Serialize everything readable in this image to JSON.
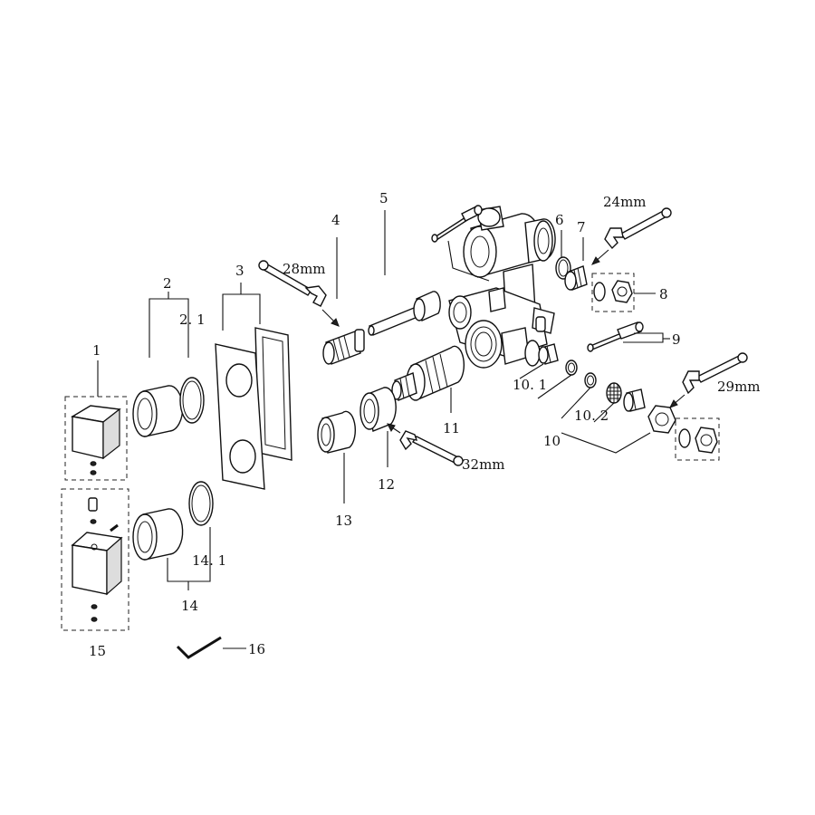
{
  "labels": {
    "p1": "1",
    "p2": "2",
    "p2_1": "2. 1",
    "p3": "3",
    "p4": "4",
    "p5": "5",
    "p6": "6",
    "p7": "7",
    "p8": "8",
    "p9": "9",
    "p10": "10",
    "p10_1": "10. 1",
    "p10_2": "10. 2",
    "p11": "11",
    "p12": "12",
    "p13": "13",
    "p14": "14",
    "p14_1": "14. 1",
    "p15": "15",
    "p16": "16"
  },
  "wrenches": {
    "w24": "24mm",
    "w28": "28mm",
    "w29": "29mm",
    "w32": "32mm"
  },
  "colors": {
    "line": "#111111",
    "background": "#ffffff"
  }
}
